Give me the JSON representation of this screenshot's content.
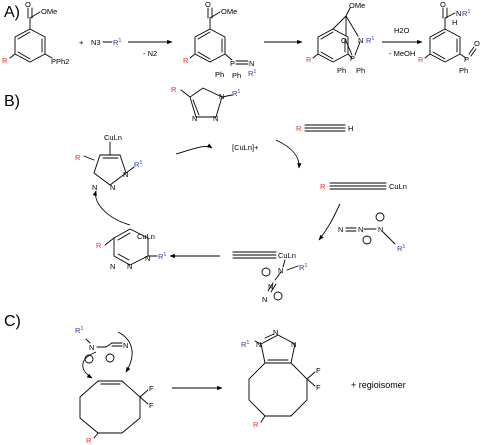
{
  "panels": {
    "a": "A)",
    "b": "B)",
    "c": "C)"
  },
  "atoms": {
    "R": "R",
    "R1": "R1",
    "R1_sup": "1",
    "OMe": "OMe",
    "PPh2": "PPh2",
    "N3": "N3",
    "Ph": "Ph",
    "N": "N",
    "P": "P",
    "O": "O",
    "H": "H",
    "F": "F",
    "CuLn": "CuLn",
    "CuLn_plus": "[CuLn]+"
  },
  "conditions": {
    "a1_below": "- N2",
    "a3_above": "H2O",
    "a3_below": "- MeOH"
  },
  "plus_sign": "+",
  "regioisomer": "+ regioisomer",
  "colors": {
    "R": "#e8302a",
    "R1": "#2a3aa8",
    "ink": "#000000"
  }
}
